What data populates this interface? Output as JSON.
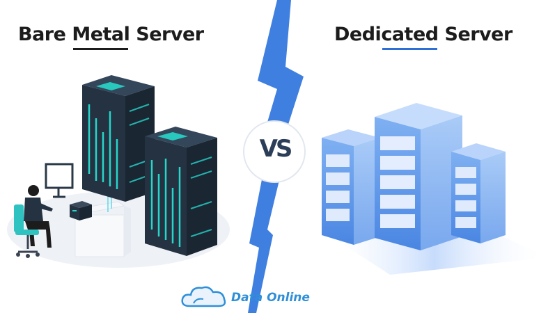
{
  "left_title": {
    "prefix": "Bare ",
    "underlined": "Metal",
    "suffix": " Server"
  },
  "right_title": {
    "prefix": "Dedi",
    "underlined": "cated",
    "suffix": " Server"
  },
  "vs_label": "VS",
  "brand": {
    "name": "Data Online",
    "icon": "cloud-logo-icon"
  },
  "colors": {
    "dark_server": "#243242",
    "teal_accent": "#27d6c9",
    "blue_server": "#5e98e8",
    "bolt": "#3f7fe0",
    "brand": "#2e8fd9"
  }
}
